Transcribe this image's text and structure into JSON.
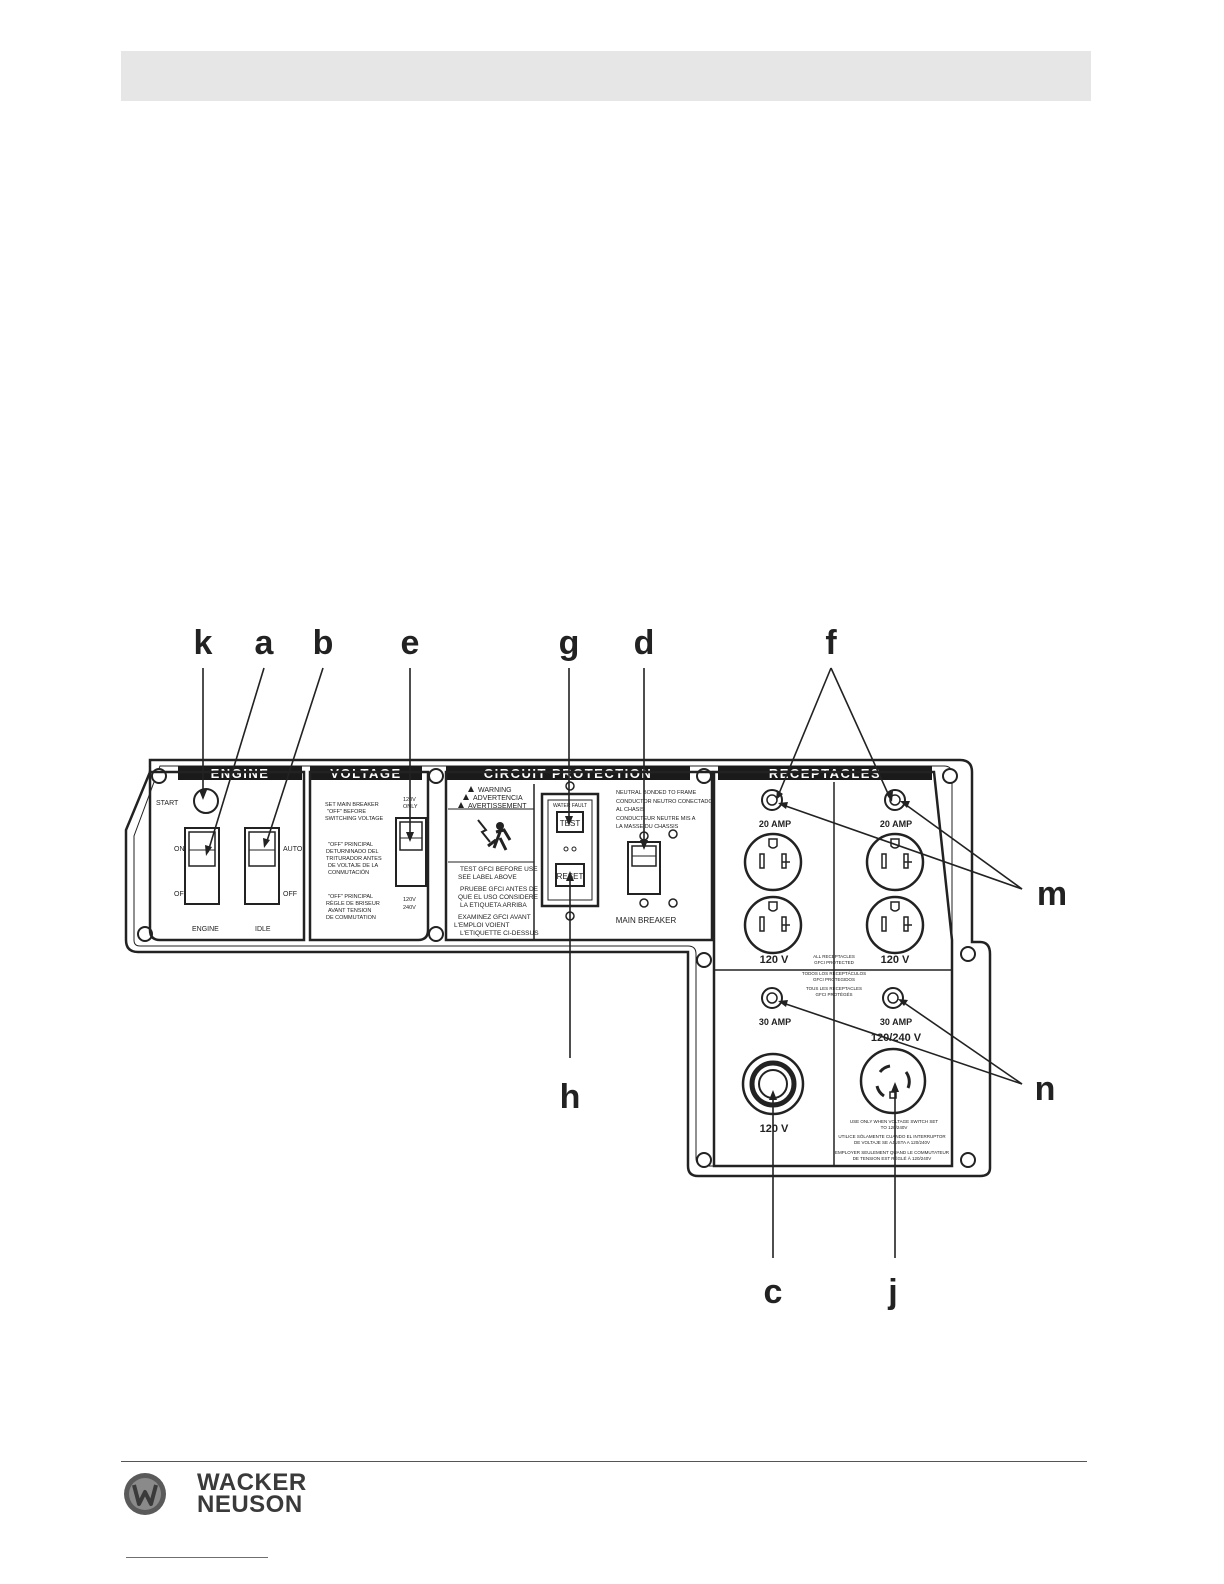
{
  "callouts": {
    "k": "k",
    "a": "a",
    "b": "b",
    "e": "e",
    "g": "g",
    "d": "d",
    "f": "f",
    "m": "m",
    "n": "n",
    "h": "h",
    "c": "c",
    "j": "j"
  },
  "sections": {
    "engine": "ENGINE",
    "voltage": "VOLTAGE",
    "circuit_protection": "CIRCUIT PROTECTION",
    "receptacles": "RECEPTACLES"
  },
  "engine": {
    "start": "START",
    "on": "ON",
    "off": "OFF",
    "auto": "AUTO",
    "off2": "OFF",
    "engine_label": "ENGINE",
    "idle_label": "IDLE"
  },
  "voltage": {
    "note_en": [
      "SET MAIN BREAKER",
      "\"OFF\" BEFORE",
      "SWITCHING VOLTAGE"
    ],
    "note_es": [
      "\"OFF\" PRINCIPAL",
      "DETURNINADO DEL",
      "TRITURADOR ANTES",
      "DE VOLTAJE DE LA",
      "CONMUTACIÓN"
    ],
    "note_fr": [
      "\"OFF\" PRINCIPAL",
      "RÈGLE DE BRISEUR",
      "AVANT TENSION",
      "DE COMMUTATION"
    ],
    "pos_top": [
      "120V",
      "ONLY"
    ],
    "pos_bottom": [
      "120V",
      "240V"
    ]
  },
  "circuit": {
    "warning": "WARNING",
    "advertencia": "ADVERTENCIA",
    "avertissement": "AVERTISSEMENT",
    "test_note": [
      "TEST GFCI BEFORE USE",
      "SEE LABEL ABOVE"
    ],
    "prueba_note": [
      "PRUEBE GFCI ANTES DE",
      "QUE EL USO CONSIDERE",
      "LA ETIQUETA ARRIBA"
    ],
    "examinez_note": [
      "EXAMINEZ GFCI AVANT",
      "L'EMPLOI VOIENT",
      "L'ETIQUETTE CI-DESSUS"
    ],
    "gfci_top": "WATER FAULT",
    "test_btn": "TEST",
    "reset_btn": "RESET",
    "neutral_note": [
      "NEUTRAL BONDED TO FRAME",
      "CONDUCTOR NEUTRO CONECTADO",
      "AL CHASIS",
      "CONDUCTEUR NEUTRE MIS A",
      "LA MASSE DU CHASSIS"
    ],
    "main_breaker": "MAIN BREAKER"
  },
  "receptacles": {
    "amp20_left": "20 AMP",
    "amp20_right": "20 AMP",
    "v120_left": "120 V",
    "v120_right": "120 V",
    "amp30_left": "30 AMP",
    "amp30_right": "30 AMP",
    "v120_240": "120/240 V",
    "v120_twist": "120 V",
    "gfci_note": [
      "ALL RECEPTACLES",
      "GFCI PROTECTED",
      "TODOS LOS RECEPTÁCULOS",
      "GFCI PROTEGIDOS",
      "TOUS LES RÉCEPTACLES",
      "GFCI PROTÉGÉS"
    ],
    "use_note": [
      "USE ONLY WHEN VOLTAGE SWITCH SET",
      "TO 120/240V",
      "UTILICE SÓLAMENTE CUANDO EL INTERRUPTOR",
      "DE VOLTAJE SE AJUSTA A 120/240V",
      "EMPLOYER SEULEMENT QUAND LE COMMUTATEUR",
      "DE TENSION EST RÉGLÉ À 120/240V"
    ]
  },
  "brand": {
    "line1": "WACKER",
    "line2": "NEUSON"
  }
}
